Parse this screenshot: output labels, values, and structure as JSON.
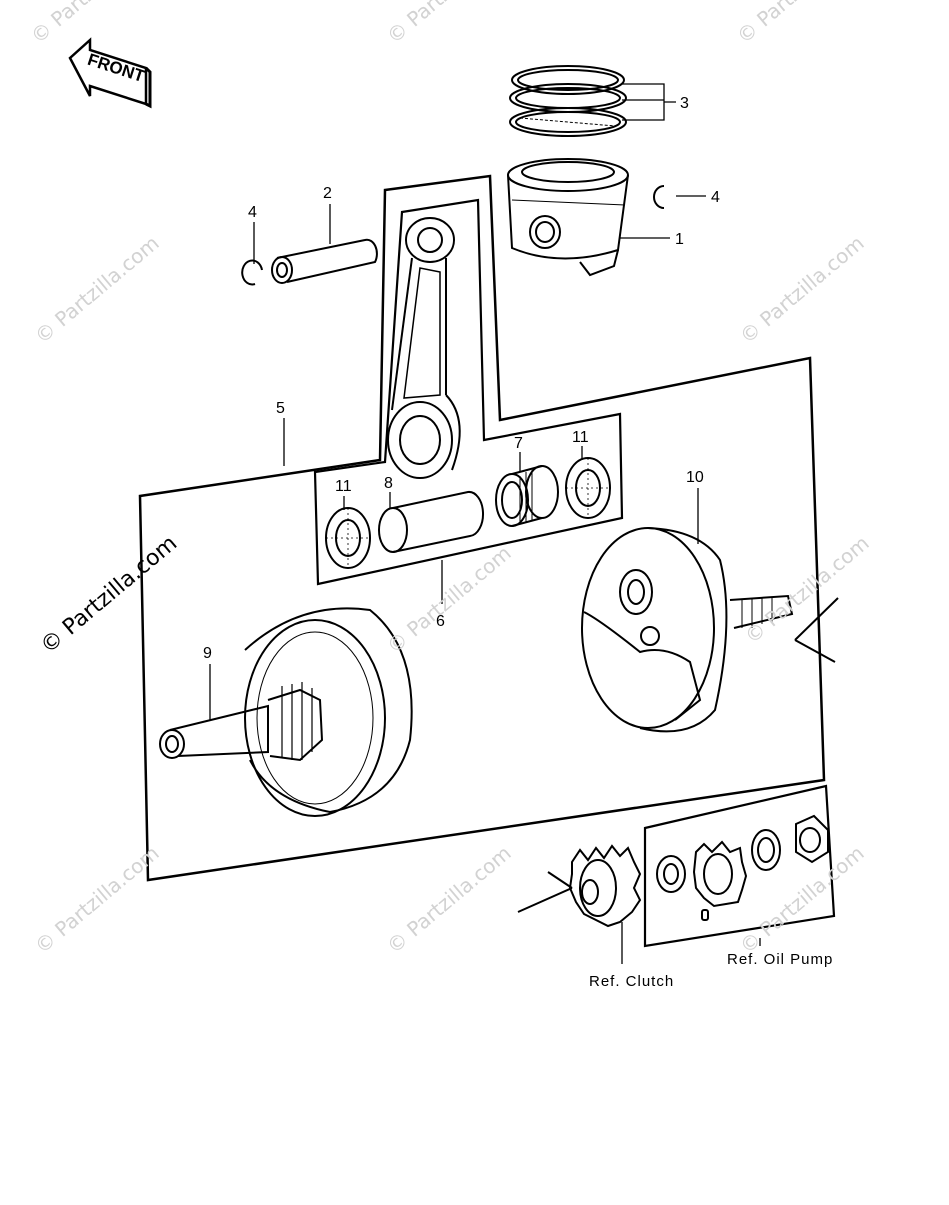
{
  "front_label": "FRONT",
  "callouts": {
    "c1": "1",
    "c2": "2",
    "c3": "3",
    "c4a": "4",
    "c4b": "4",
    "c5": "5",
    "c6": "6",
    "c7": "7",
    "c8": "8",
    "c9": "9",
    "c10": "10",
    "c11a": "11",
    "c11b": "11"
  },
  "refs": {
    "clutch": "Ref. Clutch",
    "oil_pump": "Ref. Oil Pump"
  },
  "watermark": "© Partzilla.com",
  "colors": {
    "line": "#000000",
    "watermark": "#d2d2d2"
  }
}
